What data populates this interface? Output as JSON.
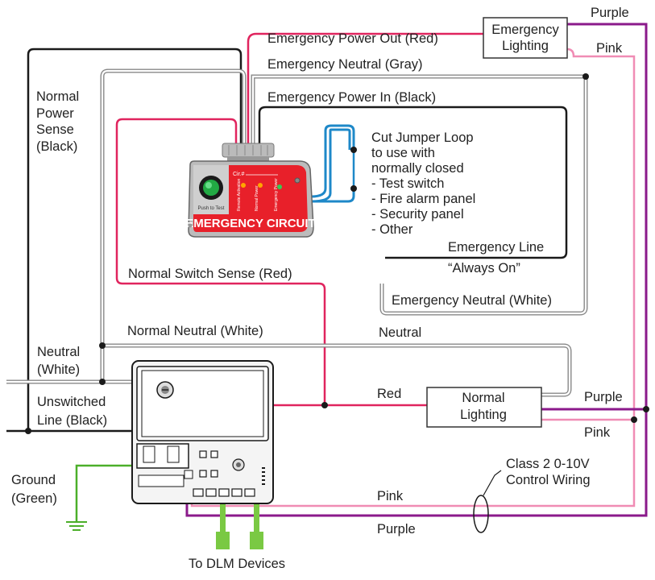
{
  "labels": {
    "purple_top": "Purple",
    "pink_top": "Pink",
    "emergency_lighting": [
      "Emergency",
      "Lighting"
    ],
    "emergency_power_out": "Emergency Power Out (Red)",
    "emergency_neutral_gray": "Emergency Neutral (Gray)",
    "emergency_power_in": "Emergency Power In (Black)",
    "normal_power_sense": [
      "Normal",
      "Power",
      "Sense",
      "(Black)"
    ],
    "cut_jumper": [
      "Cut Jumper Loop",
      "to use with",
      "normally closed",
      "- Test switch",
      "- Fire alarm panel",
      "- Security panel",
      "- Other"
    ],
    "emergency_line": "Emergency Line",
    "always_on": "“Always On”",
    "normal_switch_sense": "Normal Switch Sense (Red)",
    "emergency_neutral_white": "Emergency Neutral (White)",
    "normal_neutral": "Normal Neutral (White)",
    "neutral_right": "Neutral",
    "neutral_white": [
      "Neutral",
      "(White)"
    ],
    "red": "Red",
    "normal_lighting": [
      "Normal",
      "Lighting"
    ],
    "purple_mid": "Purple",
    "pink_mid": "Pink",
    "unswitched_line": [
      "Unswitched",
      "Line (Black)"
    ],
    "ground": [
      "Ground",
      "(Green)"
    ],
    "class2": [
      "Class 2 0-10V",
      "Control Wiring"
    ],
    "pink_bottom": "Pink",
    "purple_bottom": "Purple",
    "to_dlm": "To DLM Devices"
  },
  "device": {
    "title": "EMERGENCY CIRCUIT",
    "circuit": "Cir.#",
    "push_to_test": "Push to Test",
    "indicator_labels": [
      "Remote Activation",
      "Normal Power",
      "Emergency Power"
    ]
  },
  "colors": {
    "black": "#1a1a1a",
    "red": "#e0245e",
    "gray": "#888888",
    "purple": "#8b1a8b",
    "pink": "#f08cb4",
    "green": "#4caf2a",
    "blue": "#1e88c8",
    "device_red": "#e8202a"
  }
}
